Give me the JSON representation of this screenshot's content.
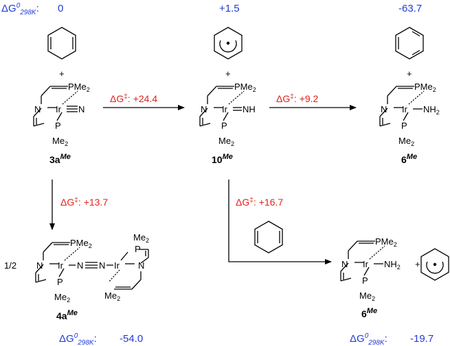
{
  "energy_label": {
    "delta": "ΔG",
    "sup": "0",
    "sub": "298K",
    "colon": ":"
  },
  "energies": {
    "start": "0",
    "mid": "+1.5",
    "end": "-63.7",
    "bottom_left": "-54.0",
    "bottom_right": "-19.7"
  },
  "barriers": {
    "prefix": "ΔG",
    "dagger": "‡",
    "colon": ":",
    "b1": "+24.4",
    "b2": "+9.2",
    "b3": "+13.7",
    "b4": "+16.7"
  },
  "plus": "+",
  "half": "1/2",
  "atoms": {
    "N": "N",
    "Ir": "Ir",
    "P": "P",
    "PMe2": "PMe",
    "Me2": "Me",
    "two": "2",
    "NH": "NH",
    "NH2": "NH"
  },
  "compounds": {
    "c3a": "3a",
    "c10": "10",
    "c6": "6",
    "c4a": "4a",
    "sup": "Me"
  },
  "colors": {
    "energy": "#1f3bd6",
    "barrier": "#e0221b"
  }
}
